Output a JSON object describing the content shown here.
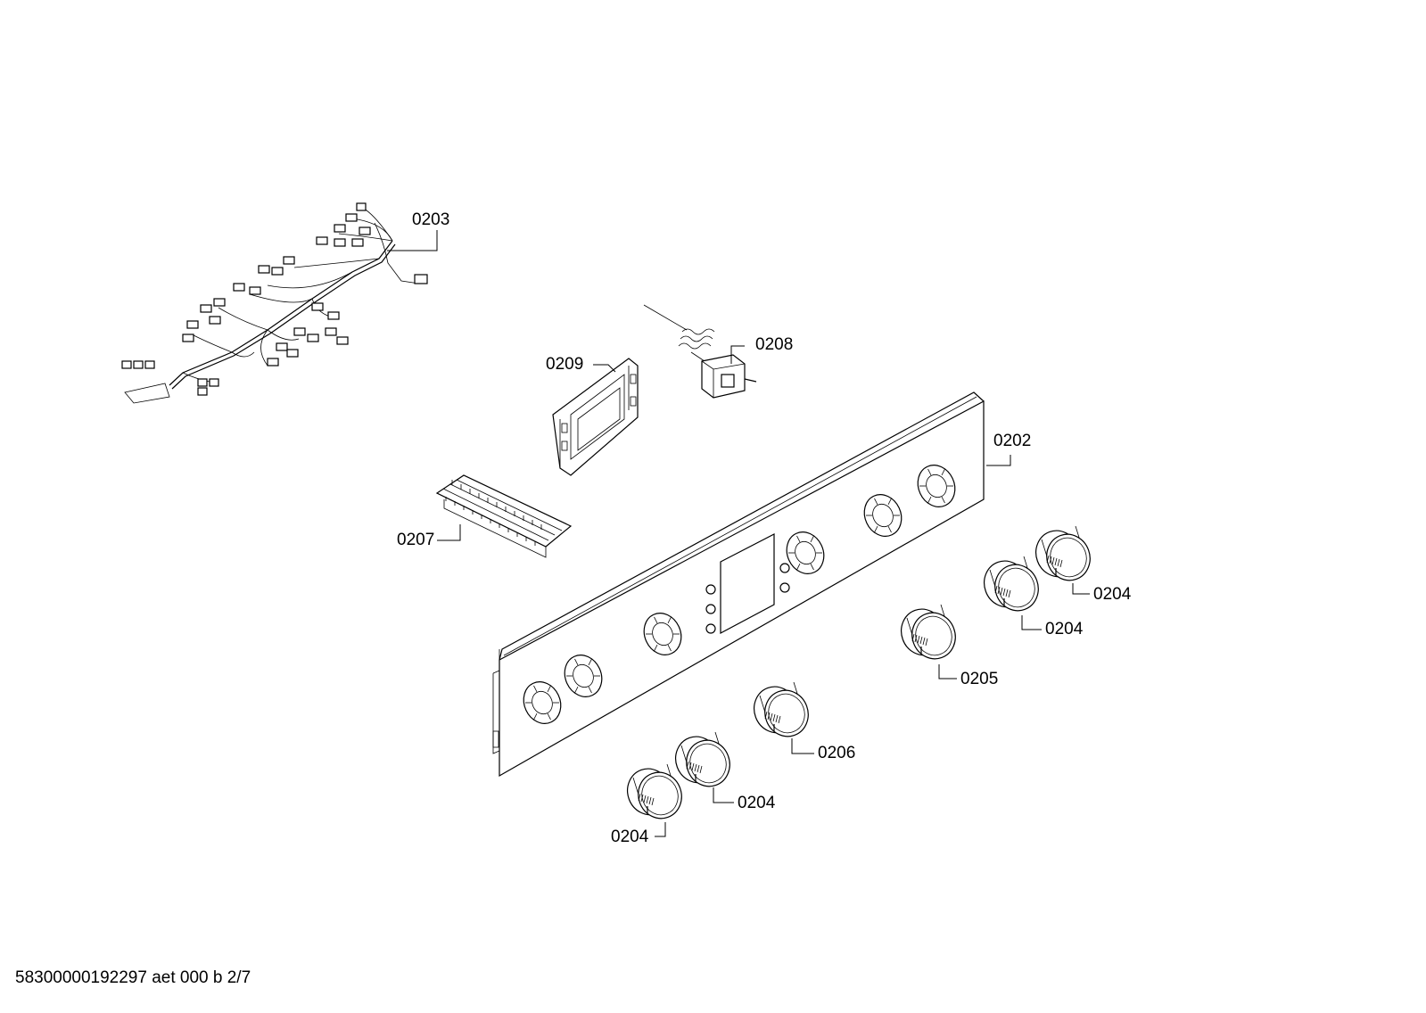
{
  "diagram": {
    "parts": {
      "harness": "0203",
      "thermostat": "0208",
      "module": "0209",
      "panel": "0202",
      "terminal_block": "0207",
      "knob_right_top": "0204",
      "knob_right_second": "0204",
      "knob_middle": "0205",
      "knob_center": "0206",
      "knob_left_upper": "0204",
      "knob_left_lower": "0204"
    },
    "footer": "58300000192297 aet 000 b 2/7"
  }
}
